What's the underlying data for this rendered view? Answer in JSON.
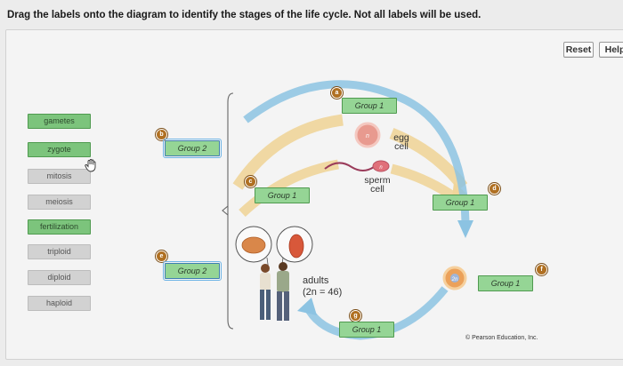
{
  "instruction": "Drag the labels onto the diagram to identify the stages of the life cycle. Not all labels will be used.",
  "buttons": {
    "reset": "Reset",
    "help": "Help"
  },
  "labels": [
    {
      "text": "gametes",
      "green": true
    },
    {
      "text": "zygote",
      "green": true
    },
    {
      "text": "mitosis",
      "green": false
    },
    {
      "text": "meiosis",
      "green": false
    },
    {
      "text": "fertilization",
      "green": true
    },
    {
      "text": "triploid",
      "green": false
    },
    {
      "text": "diploid",
      "green": false
    },
    {
      "text": "haploid",
      "green": false
    }
  ],
  "targets": [
    {
      "letter": "a",
      "group": "Group 1"
    },
    {
      "letter": "b",
      "group": "Group 2"
    },
    {
      "letter": "c",
      "group": "Group 1"
    },
    {
      "letter": "d",
      "group": "Group 1"
    },
    {
      "letter": "e",
      "group": "Group 2"
    },
    {
      "letter": "f",
      "group": "Group 1"
    },
    {
      "letter": "g",
      "group": "Group 1"
    }
  ],
  "diagram": {
    "egg_cell": "egg\ncell",
    "sperm_cell": "sperm\ncell",
    "zygote_badge": "2n",
    "egg_badge": "n",
    "sperm_badge": "n",
    "adults_line1": "adults",
    "adults_line2": "(2n = 46)"
  },
  "copyright": "© Pearson Education, Inc.",
  "colors": {
    "group_green": "#95d595",
    "label_green": "#7cc47c",
    "letter_brown": "#b07022",
    "blue_arrow": "#7fbad9",
    "tan_arrow": "#f0d59a"
  }
}
